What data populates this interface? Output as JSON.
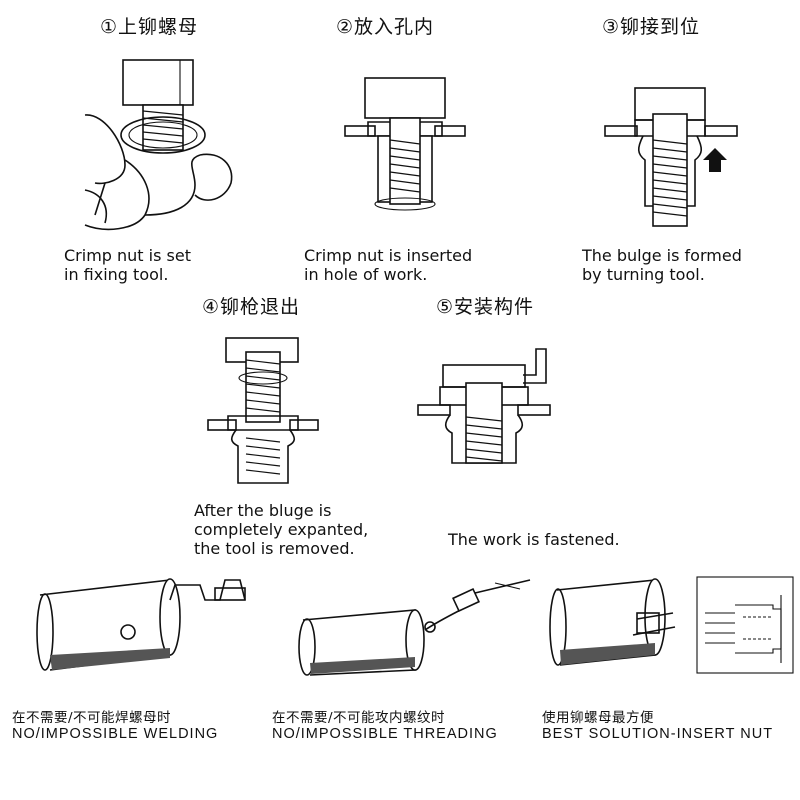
{
  "steps": [
    {
      "title": "①上铆螺母",
      "caption": "Crimp nut is set\n in fixing tool."
    },
    {
      "title": "②放入孔内",
      "caption": "Crimp nut is inserted\nin hole of work."
    },
    {
      "title": "③铆接到位",
      "caption": "The bulge is formed\nby turning tool."
    },
    {
      "title": "④铆枪退出",
      "caption": "After the bluge is\ncompletely expanted,\nthe tool is removed."
    },
    {
      "title": "⑤安装构件",
      "caption": "The work is fastened."
    }
  ],
  "benefits": [
    {
      "cn": "在不需要/不可能焊螺母时",
      "en": "NO/IMPOSSIBLE WELDING"
    },
    {
      "cn": "在不需要/不可能攻内螺纹时",
      "en": "NO/IMPOSSIBLE THREADING"
    },
    {
      "cn": "使用铆螺母最方便",
      "en": "BEST SOLUTION-INSERT NUT"
    }
  ]
}
